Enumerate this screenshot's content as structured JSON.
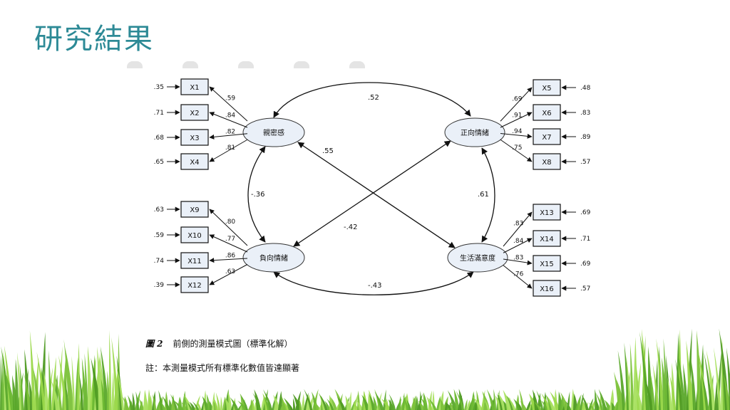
{
  "slide": {
    "title": "研究結果"
  },
  "diagram": {
    "latent": {
      "intimacy": "親密感",
      "positive": "正向情緒",
      "negative": "負向情緒",
      "satisfaction": "生活滿意度"
    },
    "indicators": {
      "intimacy": [
        {
          "name": "X1",
          "loading": ".59",
          "error": ".35"
        },
        {
          "name": "X2",
          "loading": ".84",
          "error": ".71"
        },
        {
          "name": "X3",
          "loading": ".82",
          "error": ".68"
        },
        {
          "name": "X4",
          "loading": ".81",
          "error": ".65"
        }
      ],
      "negative": [
        {
          "name": "X9",
          "loading": ".80",
          "error": ".63"
        },
        {
          "name": "X10",
          "loading": ".77",
          "error": ".59"
        },
        {
          "name": "X11",
          "loading": ".86",
          "error": ".74"
        },
        {
          "name": "X12",
          "loading": ".63",
          "error": ".39"
        }
      ],
      "positive": [
        {
          "name": "X5",
          "loading": ".69",
          "error": ".48"
        },
        {
          "name": "X6",
          "loading": ".91",
          "error": ".83"
        },
        {
          "name": "X7",
          "loading": ".94",
          "error": ".89"
        },
        {
          "name": "X8",
          "loading": ".75",
          "error": ".57"
        }
      ],
      "satisfaction": [
        {
          "name": "X13",
          "loading": ".83",
          "error": ".69"
        },
        {
          "name": "X14",
          "loading": ".84",
          "error": ".71"
        },
        {
          "name": "X15",
          "loading": ".83",
          "error": ".69"
        },
        {
          "name": "X16",
          "loading": ".76",
          "error": ".57"
        }
      ]
    },
    "correlations": {
      "intimacy_positive": ".52",
      "intimacy_satisfaction": ".55",
      "intimacy_negative": "-.36",
      "positive_negative": "-.42",
      "positive_satisfaction": ".61",
      "negative_satisfaction": "-.43"
    }
  },
  "caption": {
    "figure_no": "圖 2",
    "text": "前側的測量模式圖（標準化解）",
    "note": "註：本測量模式所有標準化數值皆達顯著"
  }
}
